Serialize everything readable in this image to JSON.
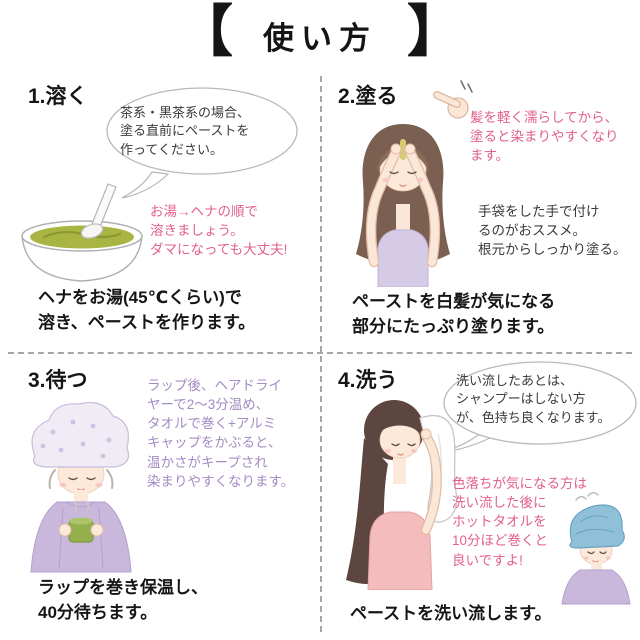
{
  "title": {
    "bracket_left": "【",
    "text": "使い方",
    "bracket_right": "】"
  },
  "colors": {
    "accent_pink": "#e2608d",
    "accent_purple": "#a48bc4",
    "paste_green": "#a9b542",
    "cape_purple": "#c9b7dc",
    "towel_blue": "#8fc0d8"
  },
  "sections": [
    {
      "heading": "1.溶く",
      "speech_bubble": "茶系・黒茶系の場合、\n塗る直前にペーストを\n作ってください。",
      "pink_tip": "お湯→ヘナの順で\n溶きましょう。\nダマになっても大丈夫!",
      "caption": "ヘナをお湯(45℃くらい)で\n溶き、ペーストを作ります。",
      "illustration": "bowl-of-henna-paste-with-spoon"
    },
    {
      "heading": "2.塗る",
      "pink_tip": "髪を軽く濡らしてから、\n塗ると染まりやすくなり\nます。",
      "black_tip": "手袋をした手で付け\nるのがおススメ。\n根元からしっかり塗る。",
      "caption": "ペーストを白髪が気になる\n部分にたっぷり塗ります。",
      "illustration": "woman-applying-paste-to-roots"
    },
    {
      "heading": "3.待つ",
      "purple_tip": "ラップ後、ヘアドライ\nヤーで2〜3分温め、\nタオルで巻く+アルミ\nキャップをかぶると、\n温かさがキープされ\n染まりやすくなります。",
      "caption": "ラップを巻き保温し、\n40分待ちます。",
      "illustration": "woman-wearing-warming-cap-holding-tea"
    },
    {
      "heading": "4.洗う",
      "speech_bubble": "洗い流したあとは、\nシャンプーはしない方\nが、色持ち良くなります。",
      "pink_tip": "色落ちが気になる方は\n洗い流した後に\nホットタオルを\n10分ほど巻くと\n良いですよ!",
      "caption": "ペーストを洗い流します。",
      "illustration": "woman-toweling-hair-and-hot-towel-wrap"
    }
  ]
}
